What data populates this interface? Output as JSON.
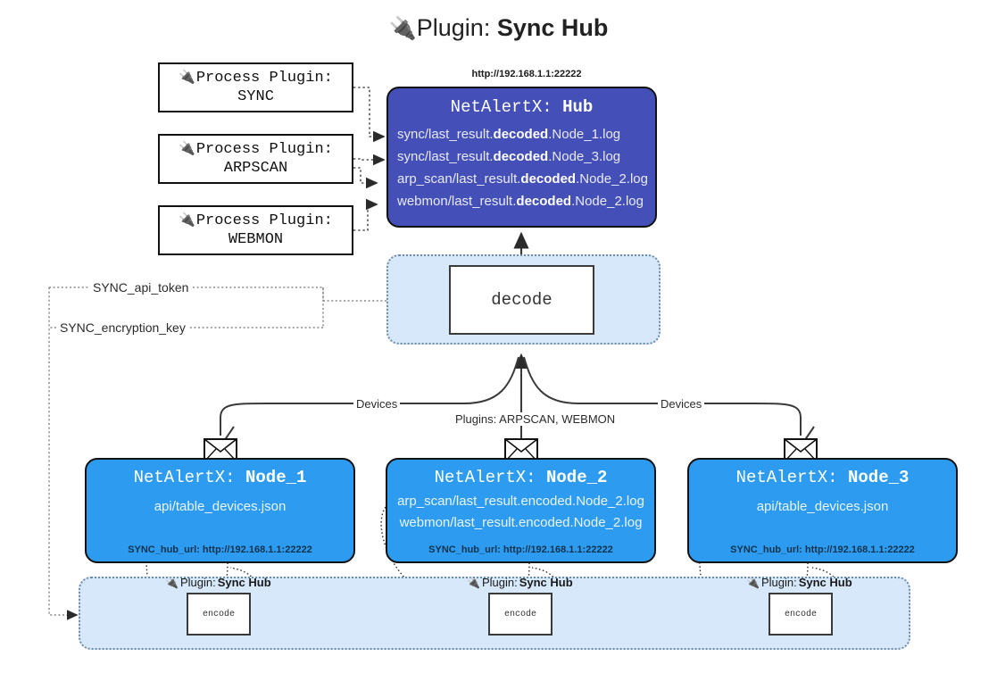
{
  "title": {
    "icon": "plug-icon",
    "label": "Plugin:",
    "value": "Sync Hub"
  },
  "process_plugins": [
    {
      "icon": "plug-icon",
      "label": "Process Plugin:",
      "value": "SYNC"
    },
    {
      "icon": "plug-icon",
      "label": "Process Plugin:",
      "value": "ARPSCAN"
    },
    {
      "icon": "plug-icon",
      "label": "Process Plugin:",
      "value": "WEBMON"
    }
  ],
  "hub": {
    "url": "http://192.168.1.1:22222",
    "title_prefix": "NetAlertX:",
    "title_value": "Hub",
    "logs": [
      {
        "pre": "sync/last_result.",
        "mid": "decoded",
        "post": ".Node_1.log"
      },
      {
        "pre": "sync/last_result.",
        "mid": "decoded",
        "post": ".Node_3.log"
      },
      {
        "pre": "arp_scan/last_result.",
        "mid": "decoded",
        "post": ".Node_2.log"
      },
      {
        "pre": "webmon/last_result.",
        "mid": "decoded",
        "post": ".Node_2.log"
      }
    ]
  },
  "decode": {
    "label": "decode"
  },
  "settings": {
    "api_token": "SYNC_api_token",
    "encryption_key": "SYNC_encryption_key"
  },
  "edges": {
    "devices_left": "Devices",
    "devices_right": "Devices",
    "plugins_center": "Plugins: ARPSCAN, WEBMON"
  },
  "nodes": [
    {
      "title_prefix": "NetAlertX:",
      "title_value": "Node_1",
      "lines": [
        "api/table_devices.json"
      ],
      "hub_url_label": "SYNC_hub_url: http://192.168.1.1:22222",
      "plugin_caption_label": "Plugin:",
      "plugin_caption_value": "Sync Hub",
      "encode_label": "encode",
      "envelope_icon": "envelope-icon"
    },
    {
      "title_prefix": "NetAlertX:",
      "title_value": "Node_2",
      "lines": [
        "arp_scan/last_result.encoded.Node_2.log",
        "webmon/last_result.encoded.Node_2.log"
      ],
      "hub_url_label": "SYNC_hub_url: http://192.168.1.1:22222",
      "plugin_caption_label": "Plugin:",
      "plugin_caption_value": "Sync Hub",
      "encode_label": "encode",
      "envelope_icon": "envelope-icon"
    },
    {
      "title_prefix": "NetAlertX:",
      "title_value": "Node_3",
      "lines": [
        "api/table_devices.json"
      ],
      "hub_url_label": "SYNC_hub_url: http://192.168.1.1:22222",
      "plugin_caption_label": "Plugin:",
      "plugin_caption_value": "Sync Hub",
      "encode_label": "encode",
      "envelope_icon": "envelope-icon"
    }
  ],
  "colors": {
    "hub_fill": "#4450b8",
    "node_fill": "#2d9cf0",
    "container_fill": "#d6e8fa",
    "stroke": "#111111"
  }
}
